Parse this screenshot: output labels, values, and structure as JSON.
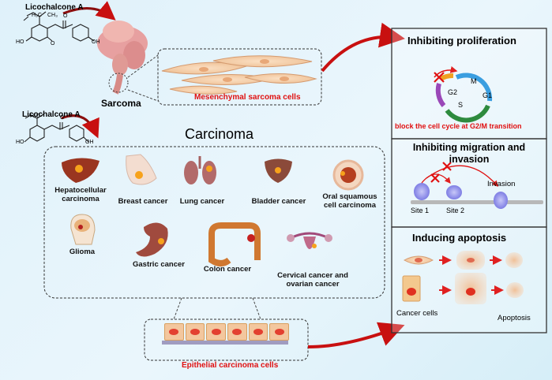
{
  "compound_top": "Licochalcone A",
  "compound_mid": "Licochalcone A",
  "sarcoma_label": "Sarcoma",
  "mesenchymal_label": "Mesenchymal sarcoma cells",
  "carcinoma_title": "Carcinoma",
  "epithelial_label": "Epithelial carcinoma cells",
  "cancers": {
    "hcc": "Hepatocellular carcinoma",
    "breast": "Breast cancer",
    "lung": "Lung cancer",
    "bladder": "Bladder cancer",
    "oral": "Oral squamous cell carcinoma",
    "glioma": "Glioma",
    "gastric": "Gastric cancer",
    "colon": "Colon cancer",
    "cervical": "Cervical cancer and ovarian cancer"
  },
  "panel1": {
    "title": "Inhibiting  proliferation",
    "phases": [
      "M",
      "G1",
      "S",
      "G2"
    ],
    "caption": "block the cell cycle at G2/M transition"
  },
  "panel2": {
    "title": "Inhibiting migration and invasion",
    "site1": "Site 1",
    "site2": "Site 2",
    "invasion": "Invasion"
  },
  "panel3": {
    "title": "Inducing apoptosis",
    "cancer_cells": "Cancer cells",
    "apoptosis": "Apoptosis"
  },
  "chem": {
    "h3c": "H₃C",
    "ch3": "CH₃",
    "ho": "HO",
    "oh": "OH",
    "o": "O",
    "ome": "O"
  },
  "colors": {
    "arrow": "#d01818",
    "panel_border": "#333333",
    "cell": "#f3c79e",
    "nucleus": "#e34030"
  }
}
